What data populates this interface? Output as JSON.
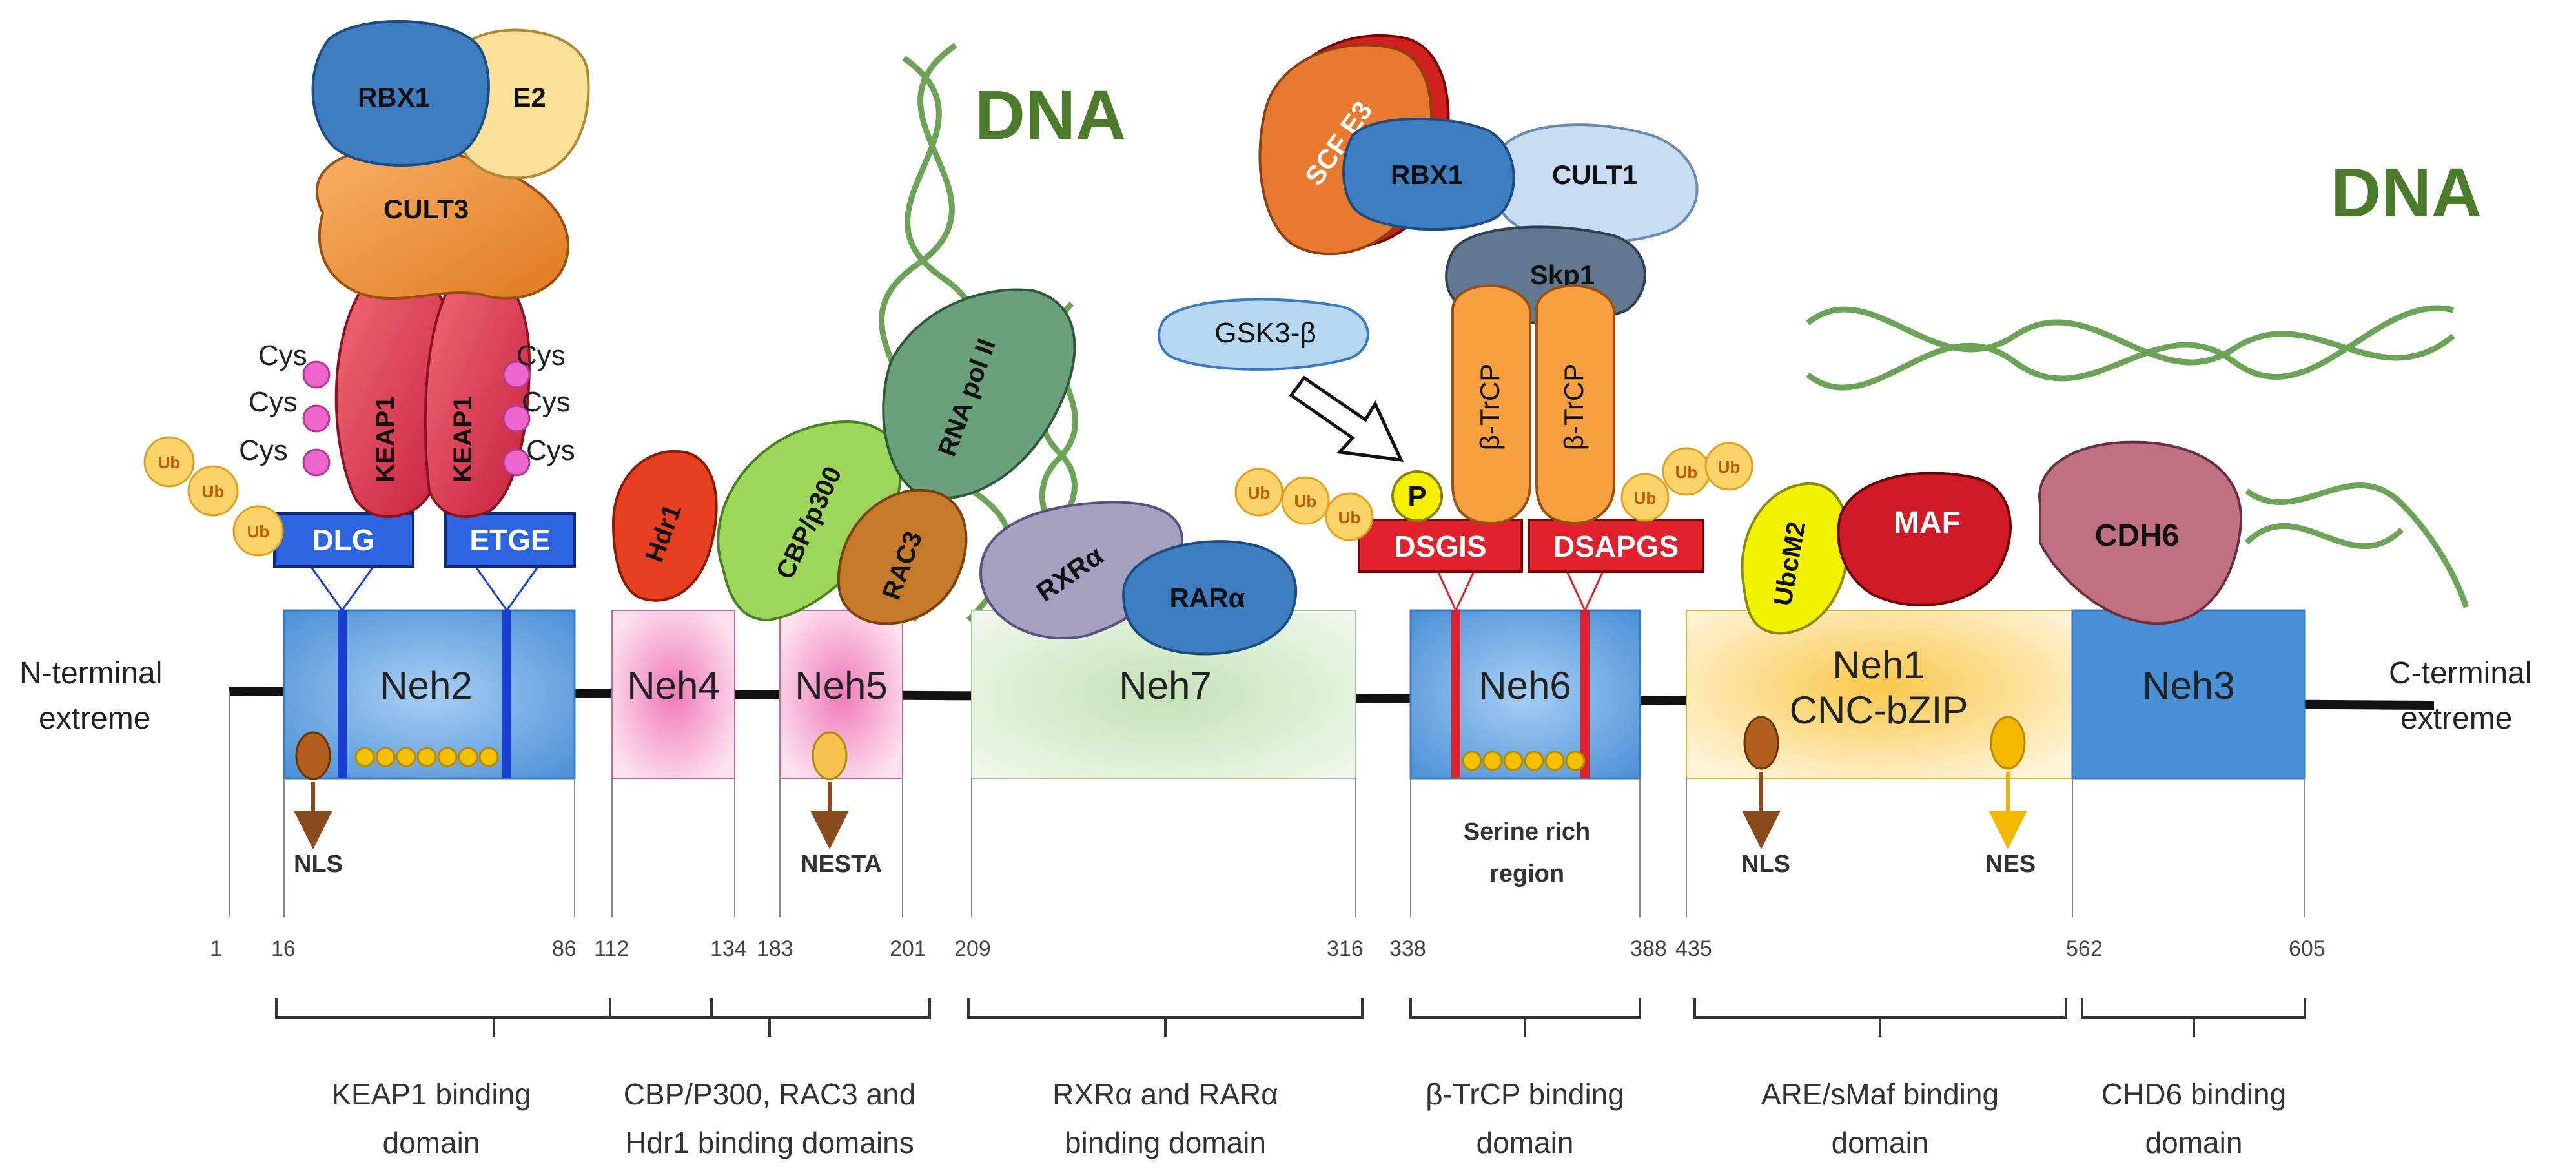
{
  "dna_labels": [
    "DNA",
    "DNA"
  ],
  "termini": {
    "n_line1": "N-terminal",
    "n_line2": "extreme",
    "c_line1": "C-terminal",
    "c_line2": "extreme"
  },
  "domains": {
    "neh2": "Neh2",
    "neh4": "Neh4",
    "neh5": "Neh5",
    "neh7": "Neh7",
    "neh6": "Neh6",
    "neh1_line1": "Neh1",
    "neh1_line2": "CNC-bZIP",
    "neh3": "Neh3"
  },
  "motifs": {
    "dlg": "DLG",
    "etge": "ETGE",
    "dsgis": "DSGIS",
    "dsapgs": "DSAPGS",
    "p": "P"
  },
  "proteins": {
    "rbx1_top": "RBX1",
    "e2": "E2",
    "cult3": "CULT3",
    "keap1": "KEAP1",
    "hdr1": "Hdr1",
    "cbp": "CBP/p300",
    "rac3": "RAC3",
    "rnapol": "RNA pol II",
    "rxr": "RXRα",
    "rar": "RARα",
    "gsk": "GSK3-β",
    "scf": "SCF E3",
    "rbx1": "RBX1",
    "cult1": "CULT1",
    "skp1": "Skp1",
    "btrcp": "β-TrCP",
    "ubcm2": "UbcM2",
    "maf": "MAF",
    "cdh6": "CDH6"
  },
  "cys_label": "Cys",
  "ub_label": "Ub",
  "signals": {
    "nls_left": "NLS",
    "nesta": "NESTA",
    "serine_line1": "Serine rich",
    "serine_line2": "region",
    "nls_right": "NLS",
    "nes": "NES"
  },
  "positions": [
    "1",
    "16",
    "86",
    "112",
    "134",
    "183",
    "201",
    "209",
    "316",
    "338",
    "388",
    "435",
    "562",
    "605"
  ],
  "functions": [
    {
      "line1": "KEAP1 binding",
      "line2": "domain"
    },
    {
      "line1": "CBP/P300, RAC3 and",
      "line2": "Hdr1 binding domains"
    },
    {
      "line1": "RXRα and RARα",
      "line2": "binding domain"
    },
    {
      "line1": "β-TrCP binding",
      "line2": "domain"
    },
    {
      "line1": "ARE/sMaf binding",
      "line2": "domain"
    },
    {
      "line1": "CHD6 binding",
      "line2": "domain"
    }
  ],
  "colors": {
    "neh_blue": "#4a90d6",
    "neh4_pink": "#f59ac8",
    "neh7_green": "#cfe8c4",
    "neh1_yellow": "#fbd77a",
    "motif_red": "#e0202a",
    "motif_blue": "#2f64e0"
  }
}
